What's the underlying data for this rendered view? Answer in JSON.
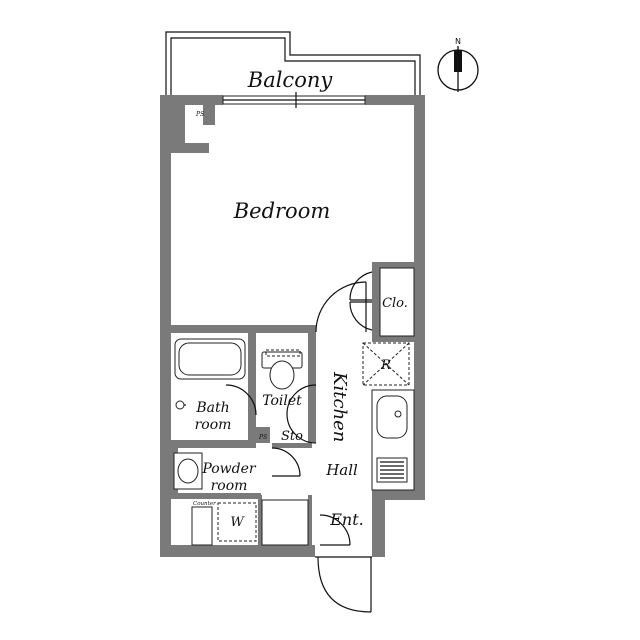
{
  "rooms": {
    "balcony": "Balcony",
    "bedroom": "Bedroom",
    "closet": "Clo.",
    "refrigerator": "R",
    "toilet": "Toilet",
    "bath_line1": "Bath",
    "bath_line2": "room",
    "kitchen": "Kitchen",
    "hall": "Hall",
    "storage": "Sto",
    "pipe_space": "PS",
    "powder_line1": "Powder",
    "powder_line2": "room",
    "counter": "Counter",
    "washer": "W",
    "entrance": "Ent."
  },
  "compass": {
    "label": "N"
  },
  "colors": {
    "wall": "#7a7a7a",
    "line": "#111111",
    "background": "#ffffff"
  }
}
